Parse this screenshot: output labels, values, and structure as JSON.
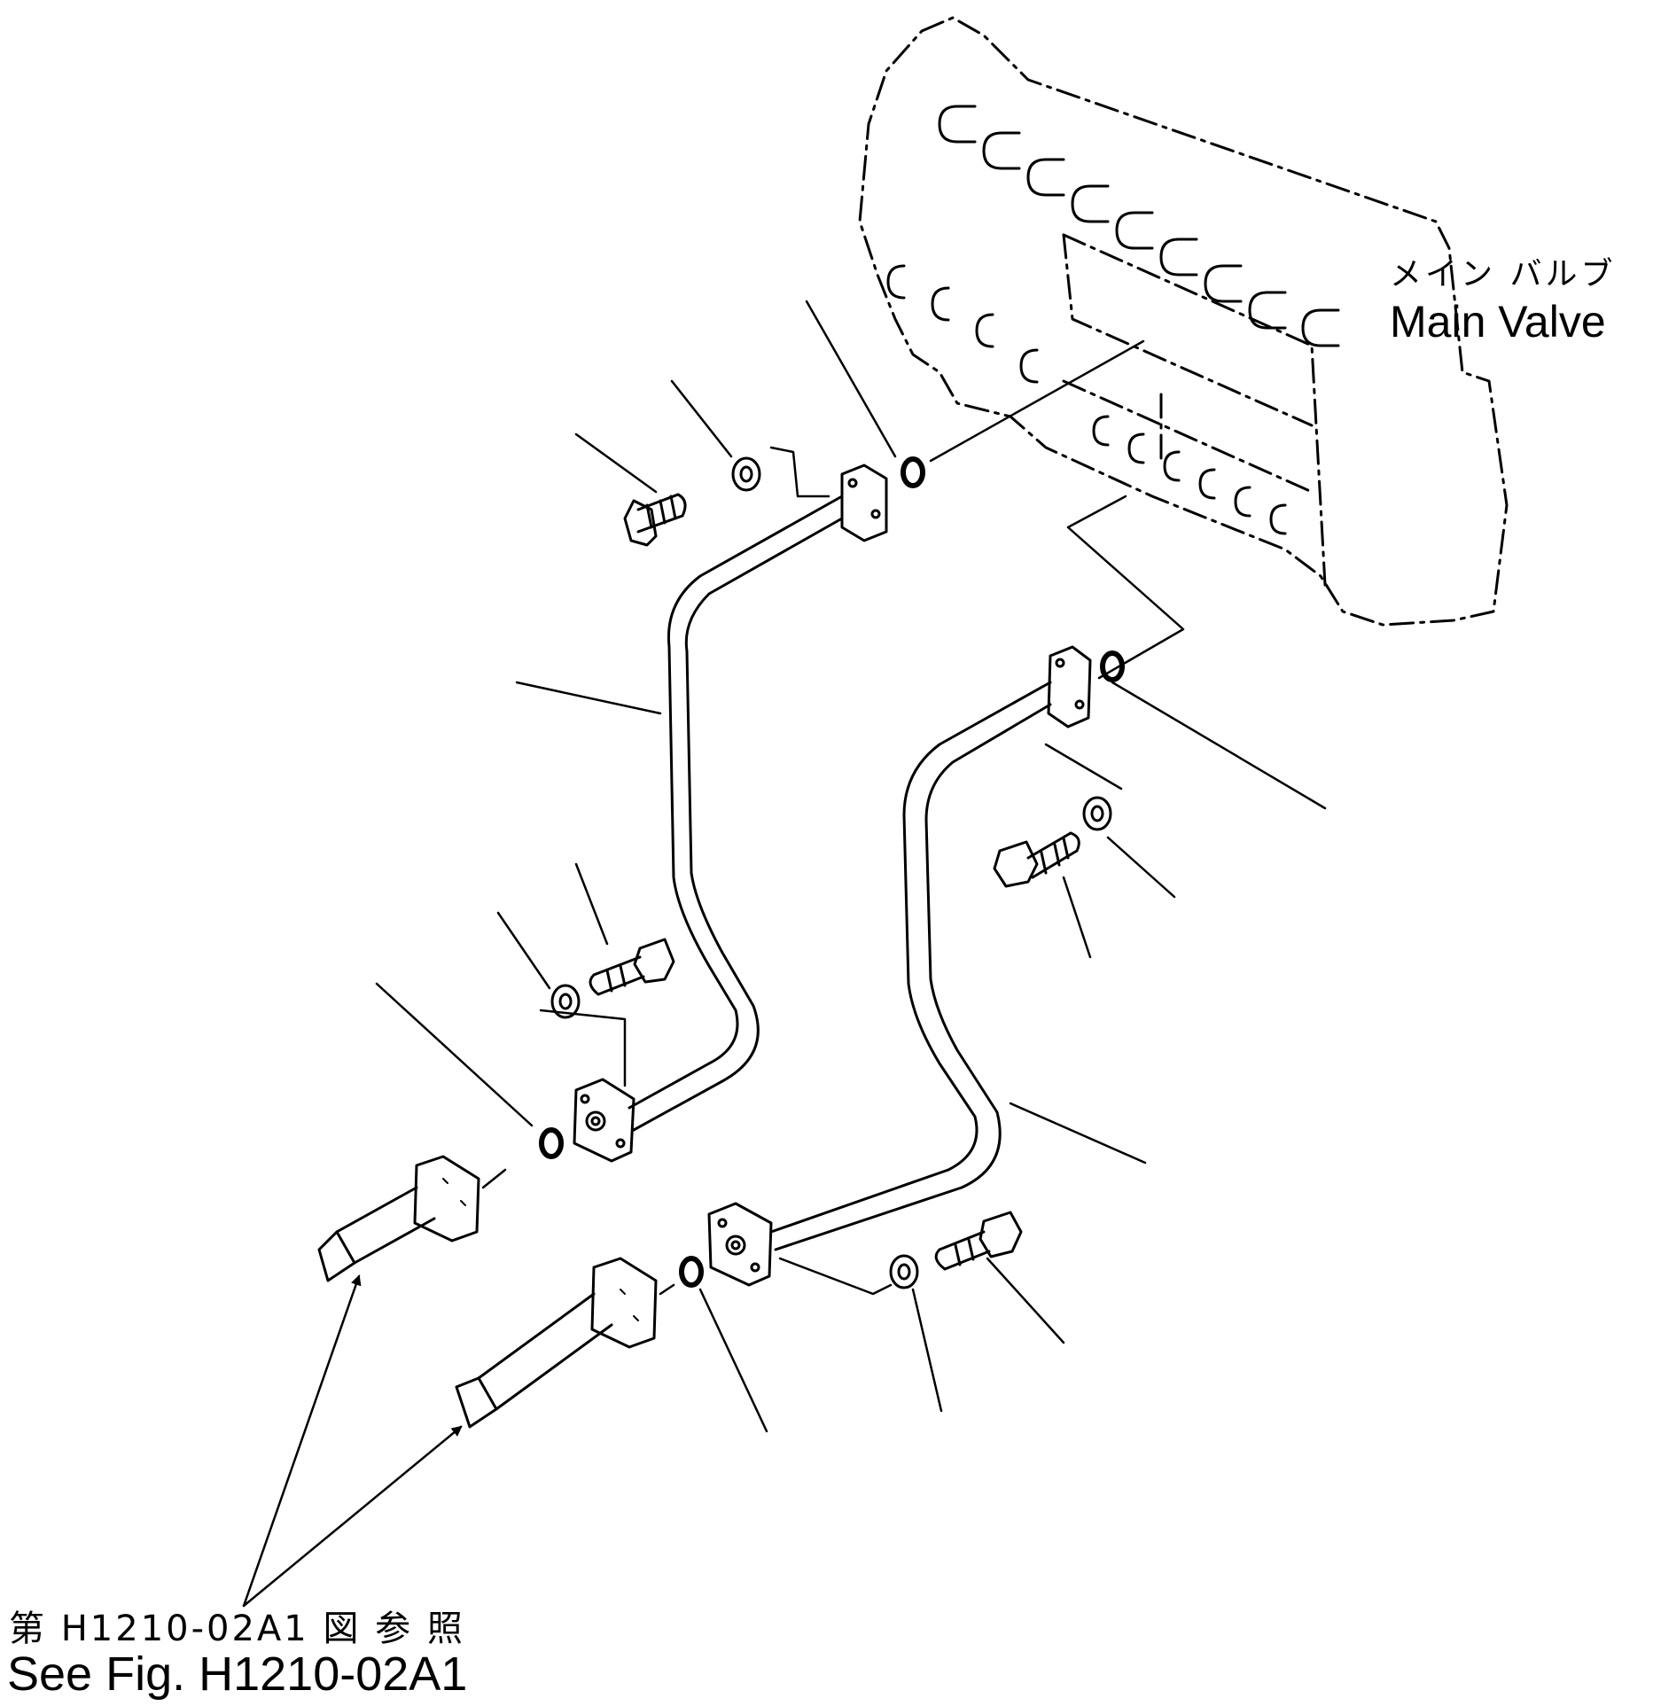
{
  "main_valve": {
    "label_jp": "メイン バルブ",
    "label_en": "Main Valve"
  },
  "reference": {
    "label_jp": "第 H1210-02A1 図 参 照",
    "label_en": "See Fig. H1210-02A1"
  }
}
